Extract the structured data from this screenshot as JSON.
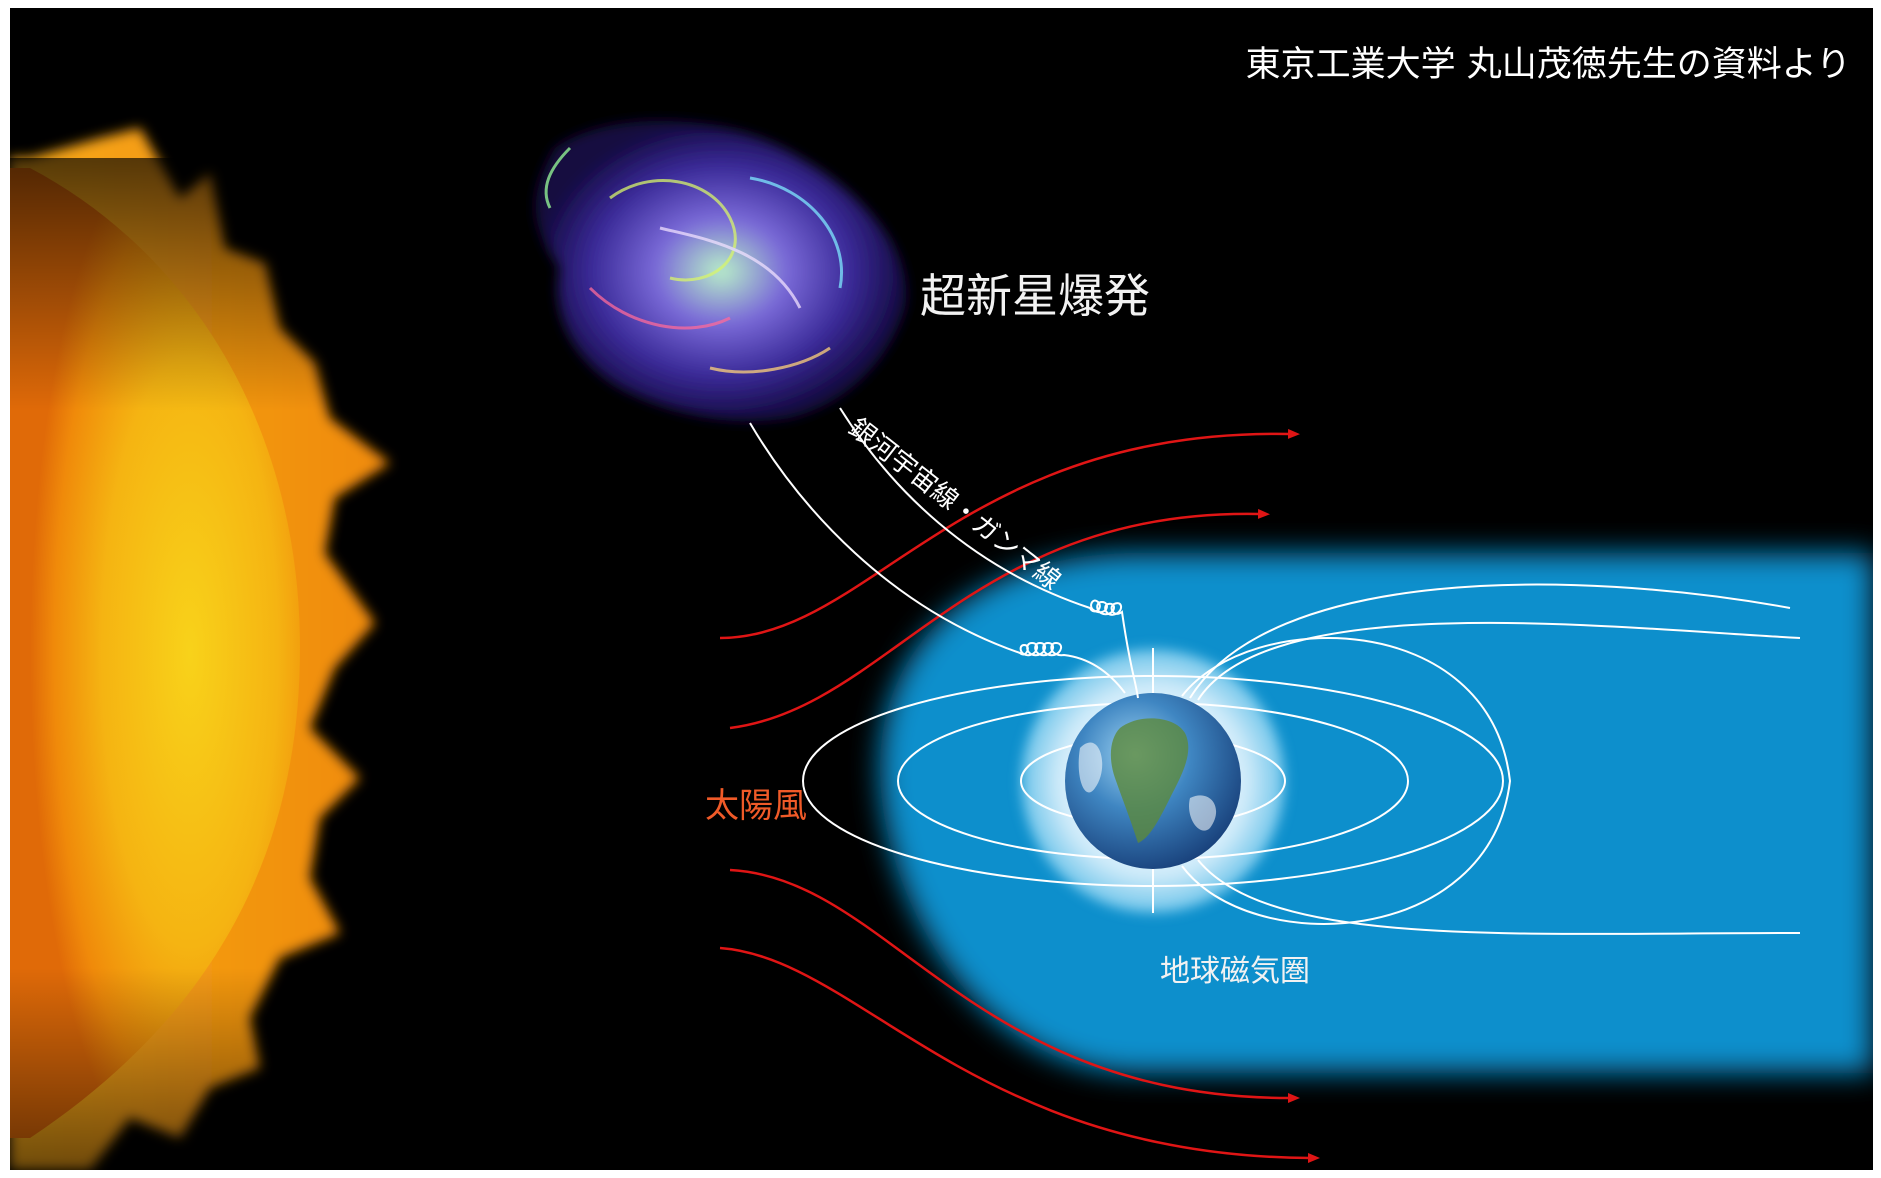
{
  "credit": "東京工業大学 丸山茂徳先生の資料より",
  "labels": {
    "supernova": "超新星爆発",
    "cosmic_rays": "銀河宇宙線・ガンマ線",
    "solar_wind": "太陽風",
    "magnetosphere": "地球磁気圏"
  },
  "colors": {
    "background": "#000000",
    "sun_core": "#f6c90e",
    "sun_edge": "#f08a0a",
    "solar_wind_lines": "#e01515",
    "solar_wind_text": "#f05a28",
    "magnetosphere": "#0f8fcc",
    "field_lines": "#ffffff"
  }
}
